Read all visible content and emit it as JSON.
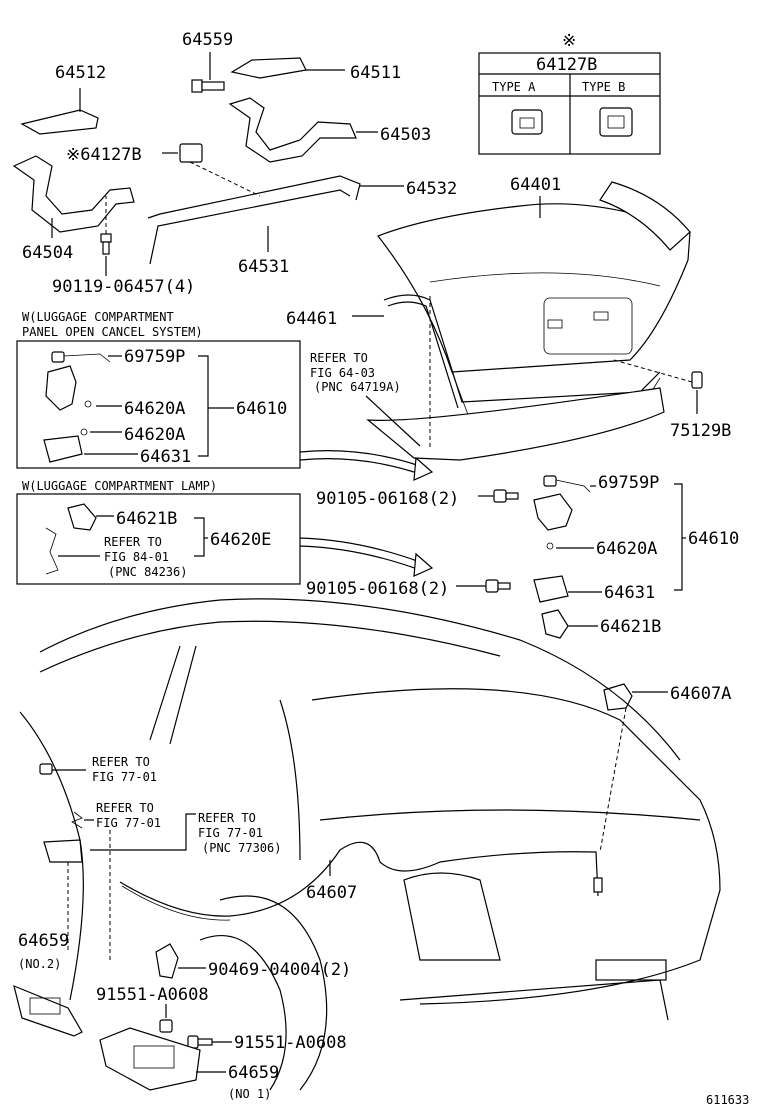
{
  "note_mark": "※",
  "inset": {
    "title": "64127B",
    "type_a": "TYPE A",
    "type_b": "TYPE B"
  },
  "top_parts": {
    "p64559": "64559",
    "p64512": "64512",
    "p64511": "64511",
    "p64503": "64503",
    "p64127b": "※64127B",
    "p64532": "64532",
    "p64401": "64401",
    "p64504": "64504",
    "p64531": "64531",
    "p90119": "90119-06457(4)",
    "p64461": "64461",
    "p75129b": "75129B"
  },
  "box1": {
    "title_line1": "W(LUGGAGE COMPARTMENT",
    "title_line2": "PANEL OPEN CANCEL SYSTEM)",
    "p69759p": "69759P",
    "p64620a_1": "64620A",
    "p64620a_2": "64620A",
    "p64610": "64610",
    "p64631": "64631"
  },
  "refer_6403": {
    "line1": "REFER TO",
    "line2": "FIG 64-03",
    "line3": "(PNC 64719A)"
  },
  "box2": {
    "title": "W(LUGGAGE COMPARTMENT LAMP)",
    "p64621b": "64621B",
    "refer1": "REFER TO",
    "refer2": "FIG 84-01",
    "refer3": "(PNC 84236)",
    "p64620e": "64620E"
  },
  "right_parts": {
    "p90105_a": "90105-06168(2)",
    "p69759p": "69759P",
    "p64610": "64610",
    "p64620a": "64620A",
    "p90105_b": "90105-06168(2)",
    "p64631": "64631",
    "p64621b": "64621B",
    "p64607a": "64607A"
  },
  "lower_parts": {
    "refer_a1": "REFER TO",
    "refer_a2": "FIG 77-01",
    "refer_b1": "REFER TO",
    "refer_b2": "FIG 77-01",
    "refer_c1": "REFER TO",
    "refer_c2": "FIG 77-01",
    "refer_c3": "(PNC 77306)",
    "p64607": "64607",
    "p64659_2": "64659",
    "p64659_2_note": "(NO.2)",
    "p90469": "90469-04004(2)",
    "p91551_a": "91551-A0608",
    "p91551_b": "91551-A0608",
    "p64659_1": "64659",
    "p64659_1_note": "(NO 1)"
  },
  "figure_number": "611633"
}
